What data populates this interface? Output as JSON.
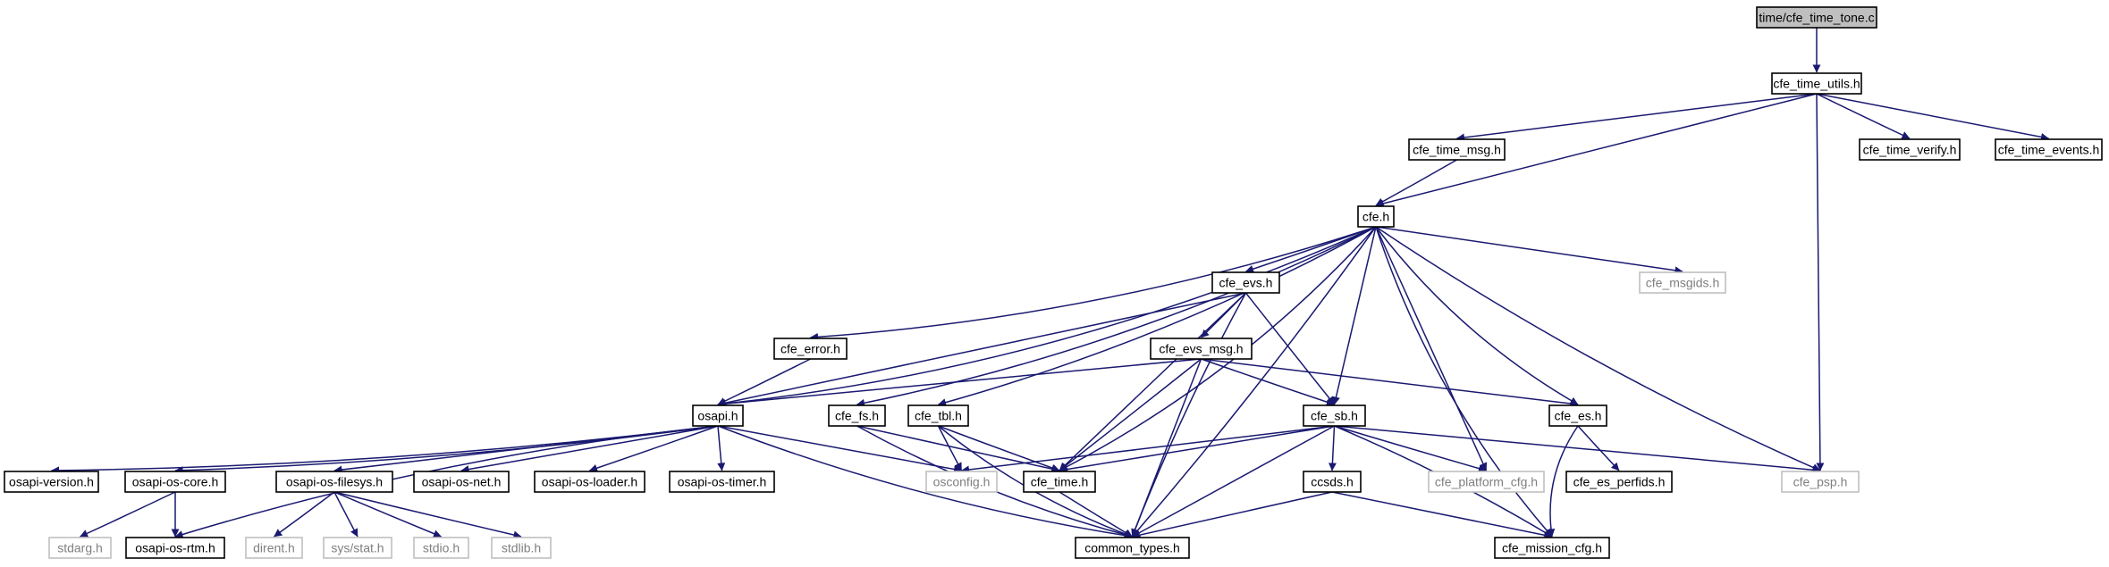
{
  "colors": {
    "edge": "#191970",
    "node_border": "#000000",
    "node_text": "#000000",
    "missing_border": "#bfbfbf",
    "missing_text": "#7f7f7f",
    "root_fill": "#bfbfbf"
  },
  "diagram": {
    "nodes": [
      {
        "id": "root",
        "label": "time/cfe_time_tone.c",
        "kind": "root"
      },
      {
        "id": "time_utils",
        "label": "cfe_time_utils.h",
        "kind": "header"
      },
      {
        "id": "time_msg",
        "label": "cfe_time_msg.h",
        "kind": "header"
      },
      {
        "id": "time_verify",
        "label": "cfe_time_verify.h",
        "kind": "header"
      },
      {
        "id": "time_events",
        "label": "cfe_time_events.h",
        "kind": "header"
      },
      {
        "id": "cfe",
        "label": "cfe.h",
        "kind": "header"
      },
      {
        "id": "evs",
        "label": "cfe_evs.h",
        "kind": "header"
      },
      {
        "id": "msgids",
        "label": "cfe_msgids.h",
        "kind": "missing"
      },
      {
        "id": "error",
        "label": "cfe_error.h",
        "kind": "header"
      },
      {
        "id": "evs_msg",
        "label": "cfe_evs_msg.h",
        "kind": "header"
      },
      {
        "id": "osapi",
        "label": "osapi.h",
        "kind": "header"
      },
      {
        "id": "fs",
        "label": "cfe_fs.h",
        "kind": "header"
      },
      {
        "id": "tbl",
        "label": "cfe_tbl.h",
        "kind": "header"
      },
      {
        "id": "sb",
        "label": "cfe_sb.h",
        "kind": "header"
      },
      {
        "id": "es",
        "label": "cfe_es.h",
        "kind": "header"
      },
      {
        "id": "psp",
        "label": "cfe_psp.h",
        "kind": "missing"
      },
      {
        "id": "osapi_version",
        "label": "osapi-version.h",
        "kind": "header"
      },
      {
        "id": "os_core",
        "label": "osapi-os-core.h",
        "kind": "header"
      },
      {
        "id": "os_filesys",
        "label": "osapi-os-filesys.h",
        "kind": "header"
      },
      {
        "id": "os_net",
        "label": "osapi-os-net.h",
        "kind": "header"
      },
      {
        "id": "os_loader",
        "label": "osapi-os-loader.h",
        "kind": "header"
      },
      {
        "id": "os_timer",
        "label": "osapi-os-timer.h",
        "kind": "header"
      },
      {
        "id": "osconfig",
        "label": "osconfig.h",
        "kind": "missing"
      },
      {
        "id": "cfe_time",
        "label": "cfe_time.h",
        "kind": "header"
      },
      {
        "id": "platform_cfg",
        "label": "cfe_platform_cfg.h",
        "kind": "missing"
      },
      {
        "id": "es_perfids",
        "label": "cfe_es_perfids.h",
        "kind": "header"
      },
      {
        "id": "ccsds",
        "label": "ccsds.h",
        "kind": "header"
      },
      {
        "id": "stdarg",
        "label": "stdarg.h",
        "kind": "missing"
      },
      {
        "id": "os_rtm",
        "label": "osapi-os-rtm.h",
        "kind": "header"
      },
      {
        "id": "dirent",
        "label": "dirent.h",
        "kind": "missing"
      },
      {
        "id": "sysstat",
        "label": "sys/stat.h",
        "kind": "missing"
      },
      {
        "id": "stdio",
        "label": "stdio.h",
        "kind": "missing"
      },
      {
        "id": "stdlib",
        "label": "stdlib.h",
        "kind": "missing"
      },
      {
        "id": "common_types",
        "label": "common_types.h",
        "kind": "header"
      },
      {
        "id": "mission_cfg",
        "label": "cfe_mission_cfg.h",
        "kind": "header"
      }
    ],
    "edges": [
      [
        "root",
        "time_utils"
      ],
      [
        "time_utils",
        "time_msg"
      ],
      [
        "time_utils",
        "cfe"
      ],
      [
        "time_utils",
        "psp"
      ],
      [
        "time_utils",
        "time_verify"
      ],
      [
        "time_utils",
        "time_events"
      ],
      [
        "time_msg",
        "cfe"
      ],
      [
        "cfe",
        "evs"
      ],
      [
        "cfe",
        "msgids"
      ],
      [
        "cfe",
        "error"
      ],
      [
        "cfe",
        "osapi"
      ],
      [
        "cfe",
        "fs"
      ],
      [
        "cfe",
        "tbl"
      ],
      [
        "cfe",
        "sb"
      ],
      [
        "cfe",
        "es"
      ],
      [
        "cfe",
        "psp"
      ],
      [
        "cfe",
        "cfe_time"
      ],
      [
        "cfe",
        "common_types"
      ],
      [
        "cfe",
        "platform_cfg"
      ],
      [
        "cfe",
        "mission_cfg"
      ],
      [
        "evs",
        "evs_msg"
      ],
      [
        "evs",
        "osapi"
      ],
      [
        "evs",
        "sb"
      ],
      [
        "evs",
        "cfe_time"
      ],
      [
        "evs",
        "common_types"
      ],
      [
        "error",
        "osapi"
      ],
      [
        "evs_msg",
        "osapi"
      ],
      [
        "evs_msg",
        "sb"
      ],
      [
        "evs_msg",
        "es"
      ],
      [
        "evs_msg",
        "cfe_time"
      ],
      [
        "evs_msg",
        "common_types"
      ],
      [
        "osapi",
        "osapi_version"
      ],
      [
        "osapi",
        "os_core"
      ],
      [
        "osapi",
        "os_filesys"
      ],
      [
        "osapi",
        "os_net"
      ],
      [
        "osapi",
        "os_loader"
      ],
      [
        "osapi",
        "os_timer"
      ],
      [
        "osapi",
        "osconfig"
      ],
      [
        "osapi",
        "common_types"
      ],
      [
        "osapi",
        "os_rtm"
      ],
      [
        "fs",
        "cfe_time"
      ],
      [
        "fs",
        "common_types"
      ],
      [
        "tbl",
        "osconfig"
      ],
      [
        "tbl",
        "cfe_time"
      ],
      [
        "tbl",
        "common_types"
      ],
      [
        "sb",
        "osconfig"
      ],
      [
        "sb",
        "cfe_time"
      ],
      [
        "sb",
        "ccsds"
      ],
      [
        "sb",
        "platform_cfg"
      ],
      [
        "sb",
        "psp"
      ],
      [
        "sb",
        "common_types"
      ],
      [
        "sb",
        "mission_cfg"
      ],
      [
        "es",
        "es_perfids"
      ],
      [
        "es",
        "mission_cfg"
      ],
      [
        "os_core",
        "stdarg"
      ],
      [
        "os_core",
        "os_rtm"
      ],
      [
        "os_filesys",
        "dirent"
      ],
      [
        "os_filesys",
        "sysstat"
      ],
      [
        "os_filesys",
        "stdio"
      ],
      [
        "os_filesys",
        "stdlib"
      ],
      [
        "cfe_time",
        "common_types"
      ],
      [
        "ccsds",
        "common_types"
      ],
      [
        "ccsds",
        "mission_cfg"
      ]
    ]
  }
}
